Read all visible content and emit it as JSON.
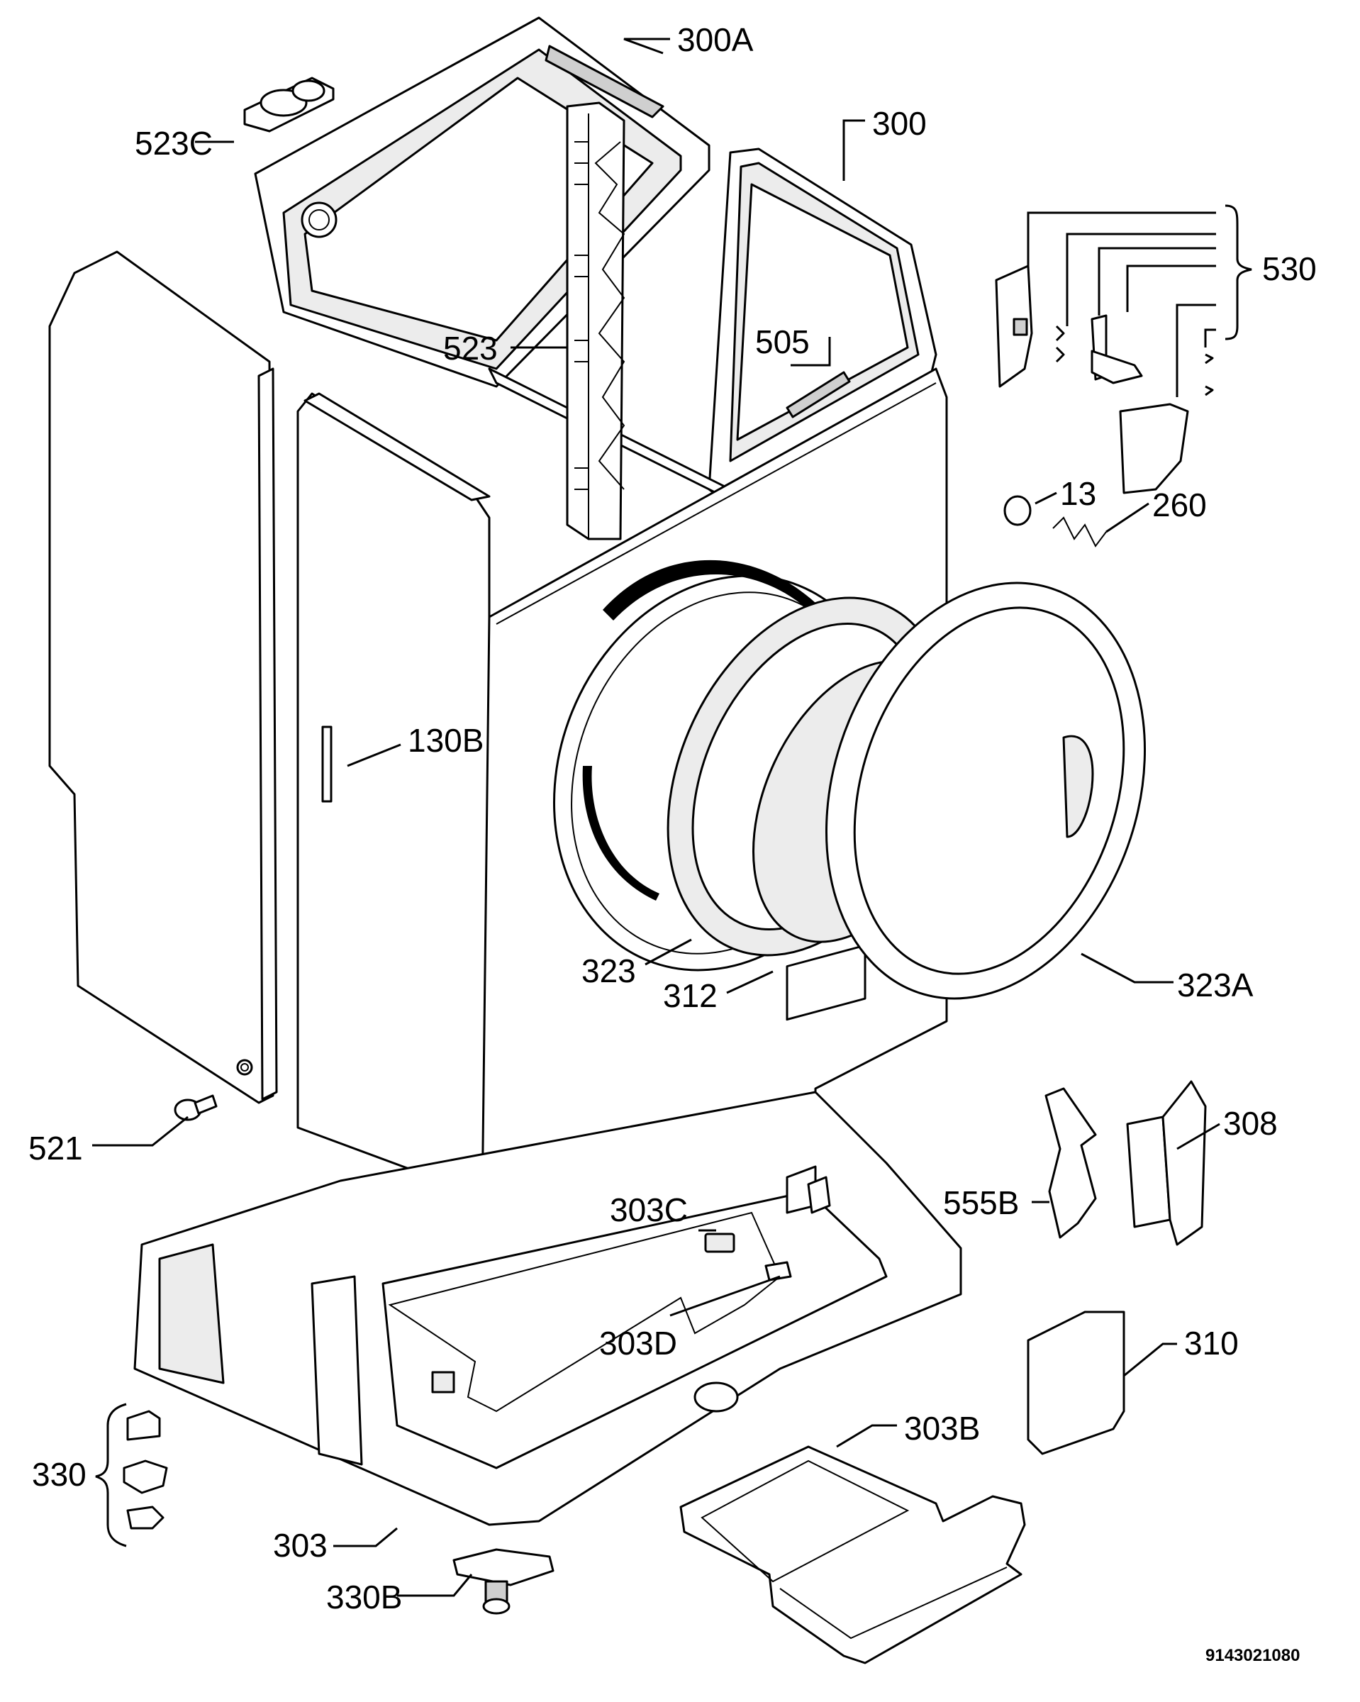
{
  "labels": {
    "l300a": "300A",
    "l300": "300",
    "l523c": "523C",
    "l523": "523",
    "l505": "505",
    "l530": "530",
    "l13": "13",
    "l260": "260",
    "l130b": "130B",
    "l323": "323",
    "l312": "312",
    "l323a": "323A",
    "l521": "521",
    "l308": "308",
    "l555b": "555B",
    "l303c": "303C",
    "l303d": "303D",
    "l310": "310",
    "l303b": "303B",
    "l330": "330",
    "l303": "303",
    "l330b": "330B"
  },
  "drawing_code": "9143021080"
}
